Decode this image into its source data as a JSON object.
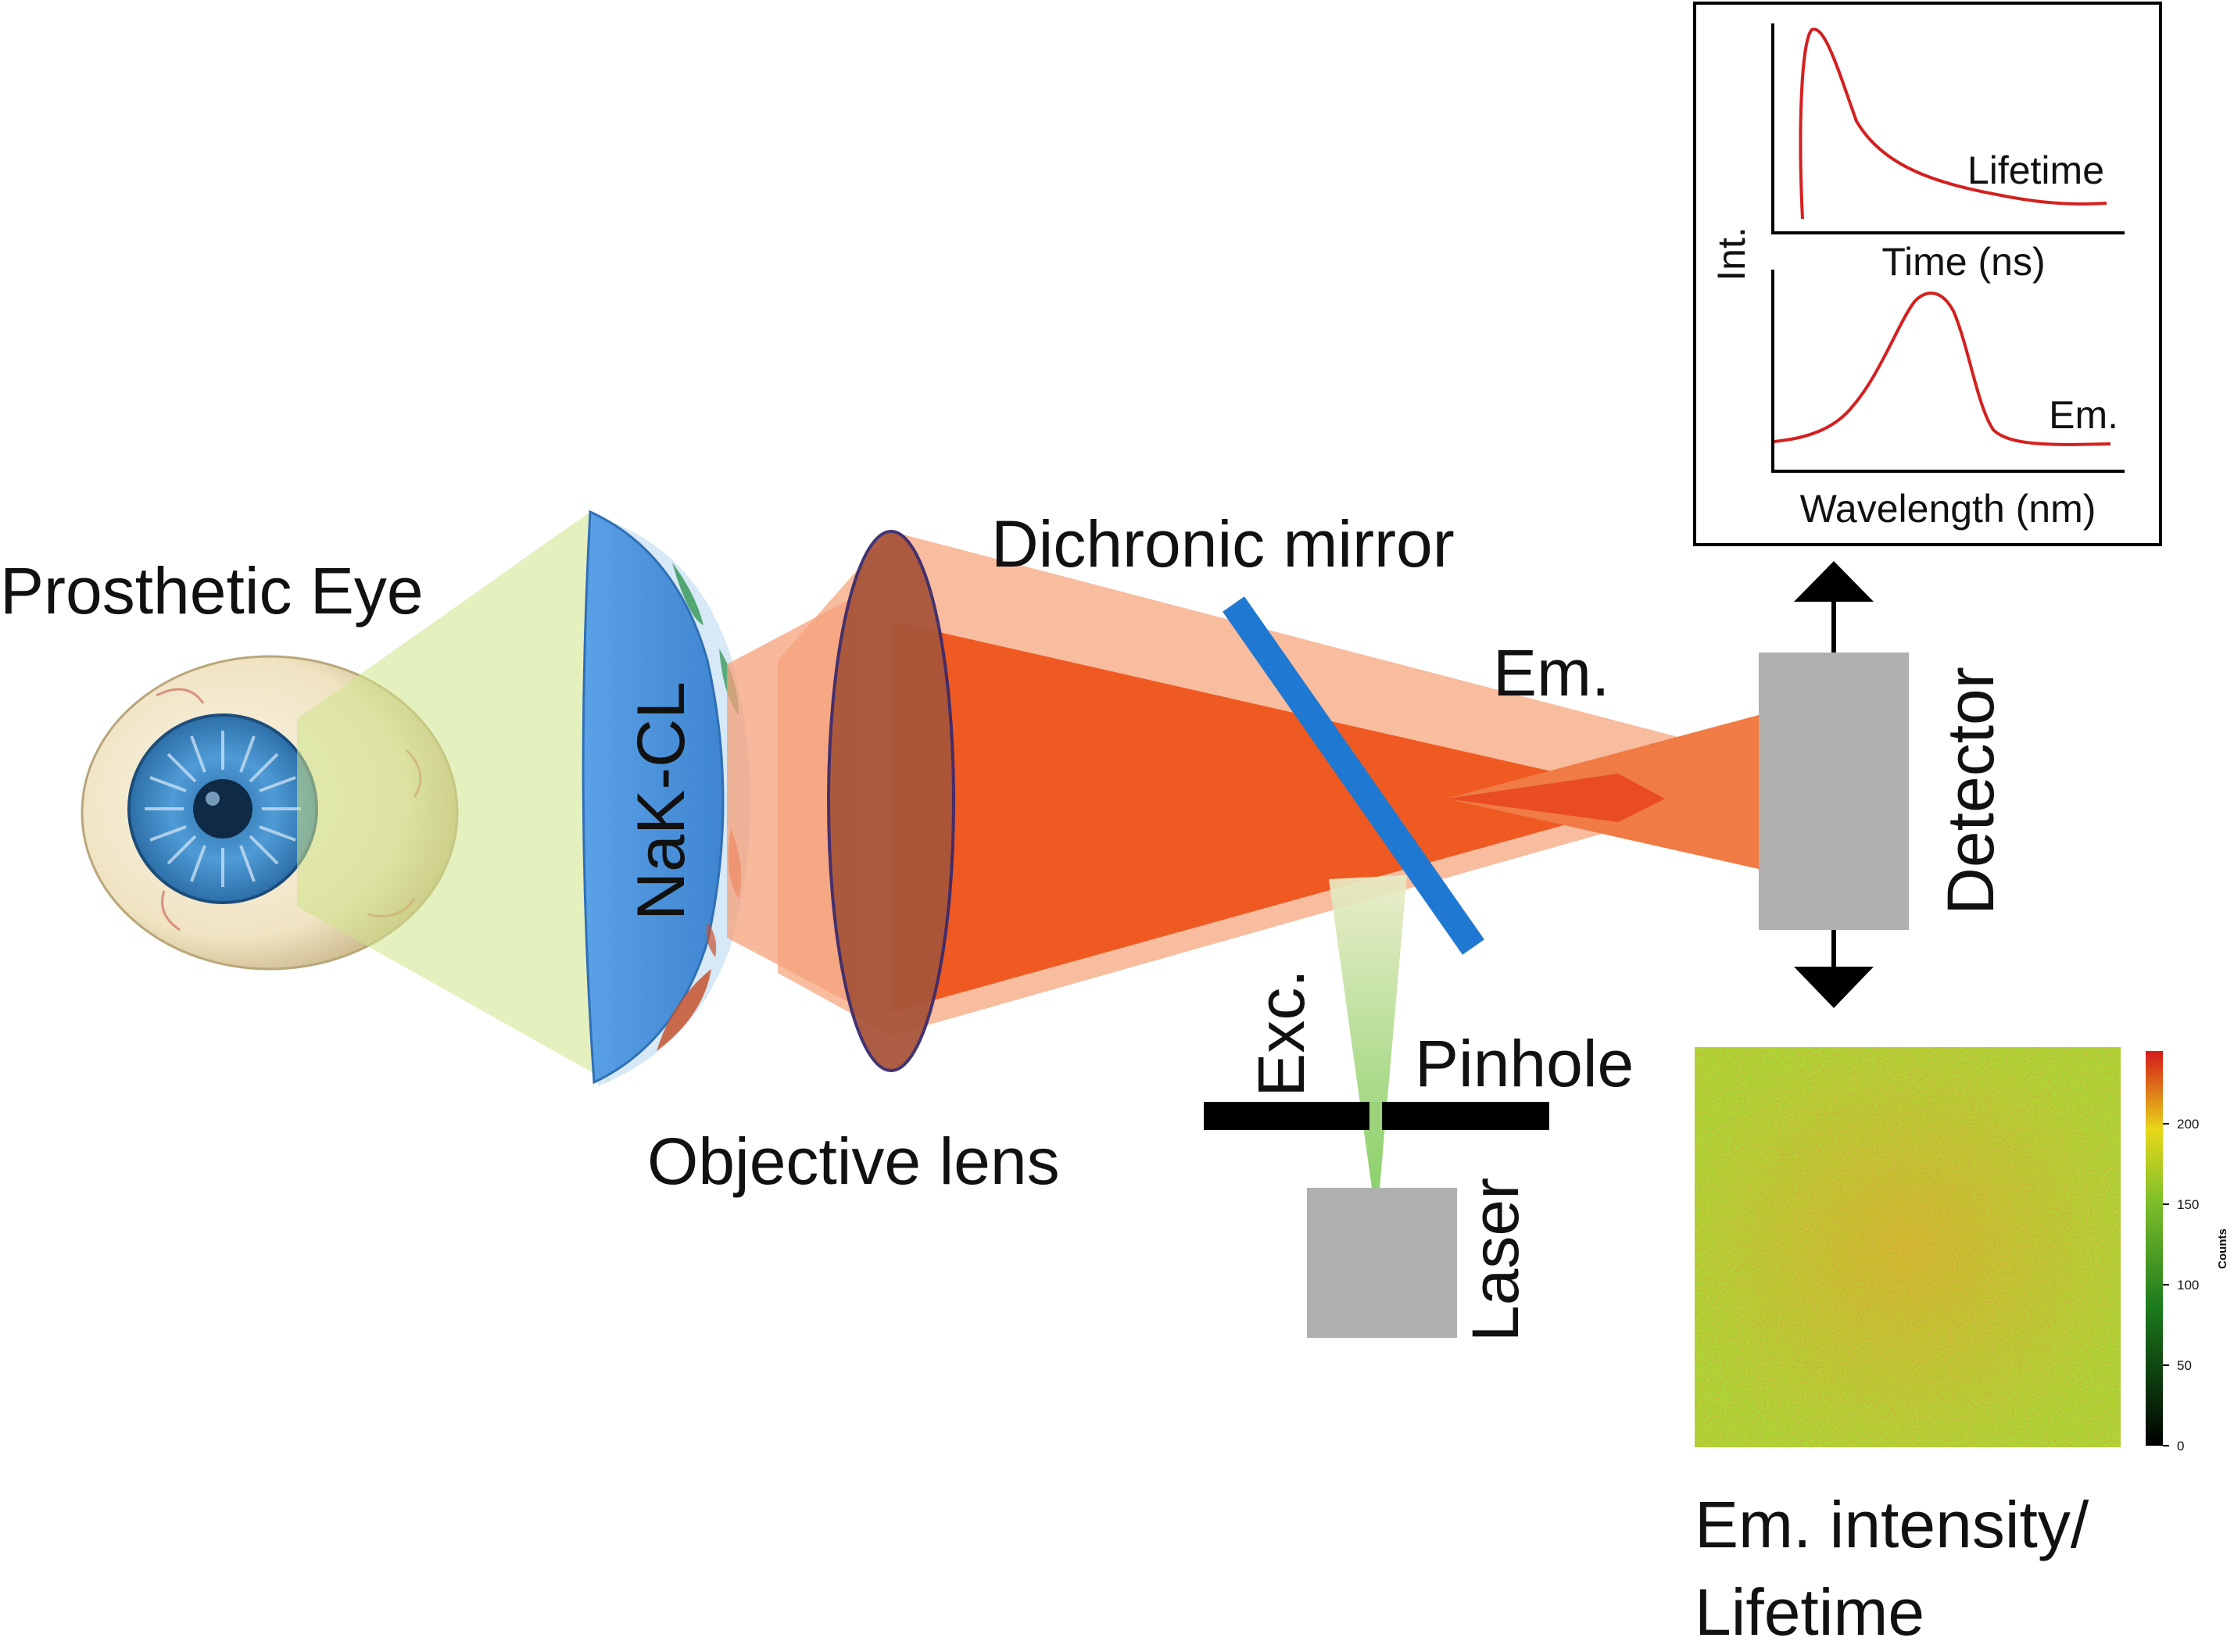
{
  "labels": {
    "prosthetic_eye": "Prosthetic Eye",
    "nak_cl": "NaK-CL",
    "objective_lens": "Objective lens",
    "dichronic_mirror": "Dichronic mirror",
    "emission": "Em.",
    "excitation": "Exc.",
    "pinhole": "Pinhole",
    "laser": "Laser",
    "detector": "Detector",
    "em_intensity_line1": "Em. intensity/",
    "em_intensity_line2": "Lifetime"
  },
  "inset_plot": {
    "y_label": "Int.",
    "top_curve_label": "Lifetime",
    "top_x_label": "Time (ns)",
    "bottom_curve_label": "Em.",
    "bottom_x_label": "Wavelength (nm)"
  },
  "heatmap": {
    "colorbar_label": "Counts",
    "ticks": [
      "0",
      "50",
      "100",
      "150",
      "200"
    ]
  },
  "colors": {
    "beam_light": "#f7b595",
    "beam_dark": "#ef5a22",
    "excitation_green": "#dfe9b3",
    "lens_fill": "#a8553a",
    "lens_edge": "#3b2a6b",
    "contact_lens_blue": "#4a90d9",
    "mirror_blue": "#1f78d1",
    "block_gray": "#b0b0b0",
    "curve_red": "#d42020"
  },
  "icons": {
    "eye": "prosthetic-eye-icon",
    "arrow_up": "arrow-up-icon",
    "arrow_down": "arrow-down-icon"
  }
}
